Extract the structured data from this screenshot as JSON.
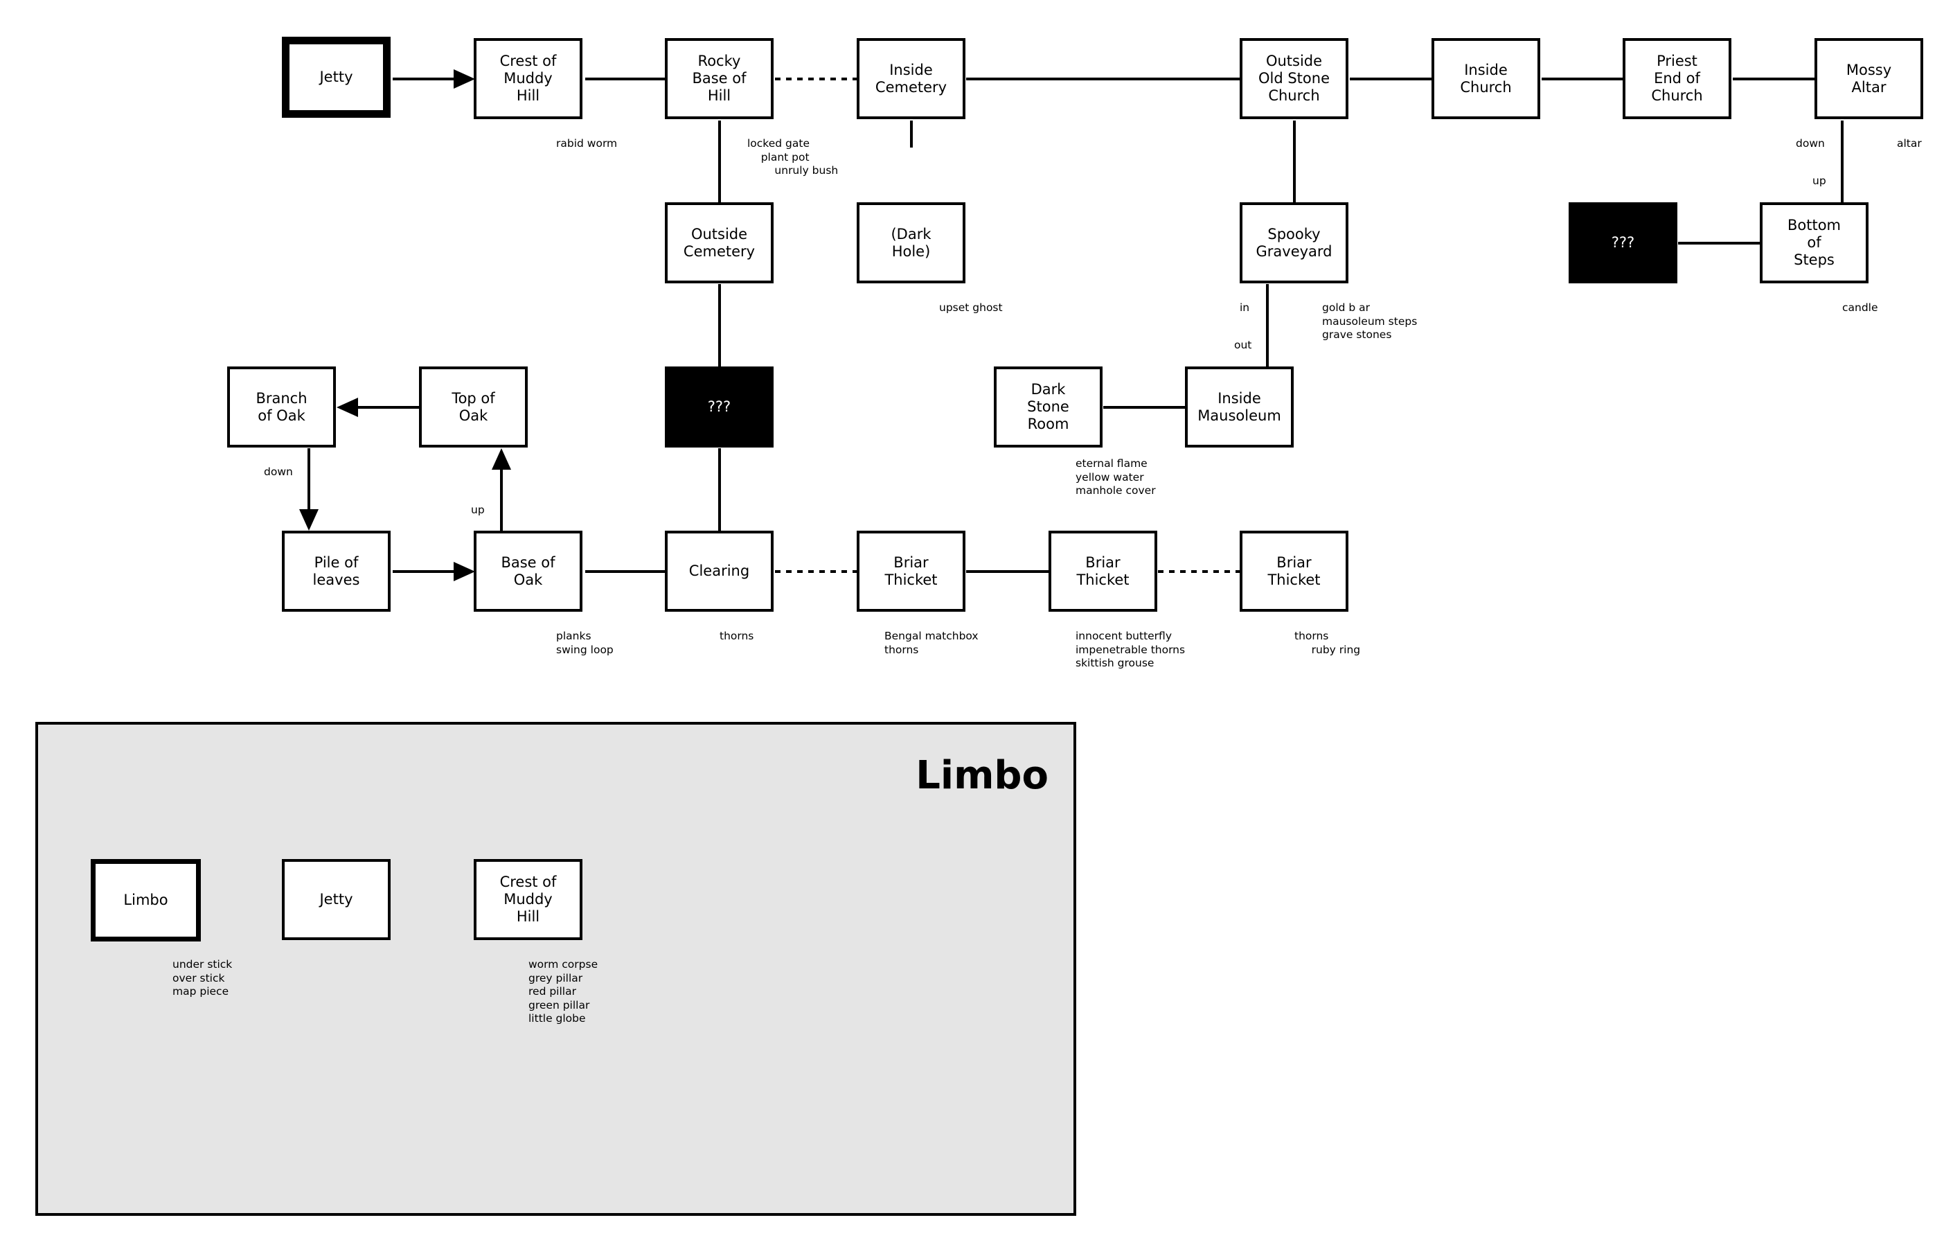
{
  "limbo": {
    "title": "Limbo"
  },
  "rooms": {
    "jetty": "Jetty",
    "crest": "Crest of\nMuddy\nHill",
    "rocky": "Rocky\nBase of\nHill",
    "inside_cemetery": "Inside\nCemetery",
    "outside_church": "Outside\nOld Stone\nChurch",
    "inside_church": "Inside\nChurch",
    "priest": "Priest\nEnd of\nChurch",
    "mossy": "Mossy\nAltar",
    "outside_cemetery": "Outside\nCemetery",
    "dark_hole": "(Dark\nHole)",
    "graveyard": "Spooky\nGraveyard",
    "unknown_right": "???",
    "bottom_steps": "Bottom\nof\nSteps",
    "branch": "Branch\nof Oak",
    "top_oak": "Top of\nOak",
    "unknown_mid": "???",
    "dark_stone": "Dark\nStone\nRoom",
    "mausoleum": "Inside\nMausoleum",
    "pile": "Pile of\nleaves",
    "base_oak": "Base of\nOak",
    "clearing": "Clearing",
    "briar1": "Briar\nThicket",
    "briar2": "Briar\nThicket",
    "briar3": "Briar\nThicket",
    "limbo_room": "Limbo",
    "limbo_jetty": "Jetty",
    "limbo_crest": "Crest of\nMuddy\nHill"
  },
  "notes": {
    "crest": "rabid worm",
    "rocky": "locked gate\n    plant pot\n        unruly bush",
    "dark_hole": "upset ghost",
    "graveyard": "gold b ar\nmausoleum steps\ngrave stones",
    "mossy": "altar",
    "bottom_steps": "candle",
    "dark_stone": "eternal flame\nyellow water\nmanhole cover",
    "base_oak": "planks\nswing loop",
    "clearing": "thorns",
    "briar1": "Bengal matchbox\nthorns",
    "briar2": "innocent butterfly\nimpenetrable thorns\nskittish grouse",
    "briar3": "thorns\n     ruby ring",
    "limbo_room": "under stick\nover stick\nmap piece",
    "limbo_crest": "worm corpse\ngrey pillar\nred pillar\ngreen pillar\nlittle globe"
  },
  "directions": {
    "mossy_down": "down",
    "mossy_up": "up",
    "graveyard_in": "in",
    "graveyard_out": "out",
    "branch_down": "down",
    "base_up": "up"
  },
  "colors": {
    "line": "#000000",
    "limbo_bg": "#e5e5e5",
    "unknown_room": "#000000"
  }
}
